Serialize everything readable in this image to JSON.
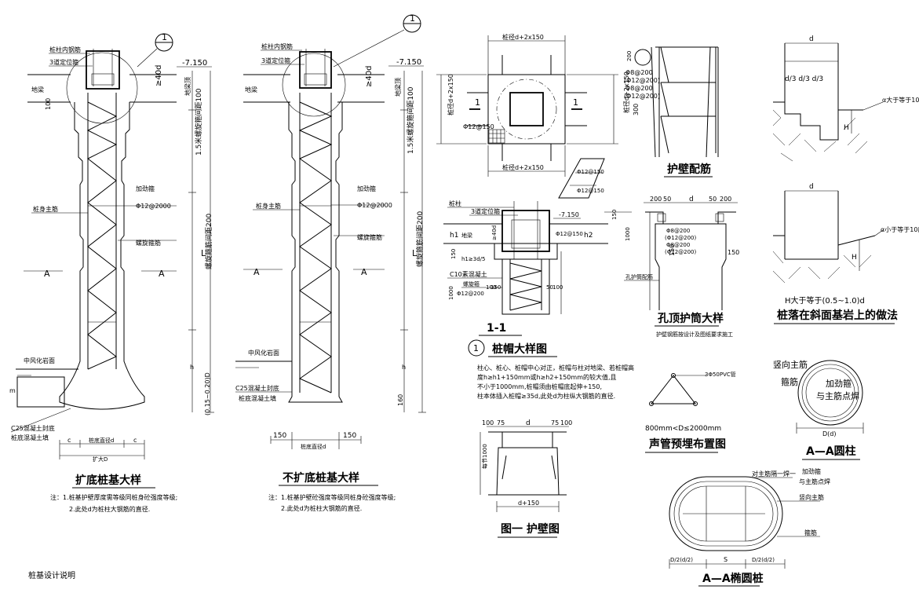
{
  "drawings": {
    "flared_pile": {
      "callout": "1",
      "labels": {
        "pile_cap_rebar": "桩柱内钢筋",
        "positioning_rebar": "3道定位箍",
        "elev": "-7.150",
        "ground_beam": "地梁",
        "ge40d": "≥40d",
        "beam_top": "地梁顶",
        "dim100": "100",
        "dense_zone": "1.5米螺旋箍间距100",
        "stiffener": "加劲箍",
        "stiffener_spec": "Φ12@2000",
        "main_rebar": "桩身主筋",
        "spiral": "螺旋箍筋",
        "spiral_zone": "螺旋箍筋间距200",
        "section_a": "A",
        "L": "L",
        "rock": "中风化岩面",
        "concrete_fill": "C25混凝土封底",
        "fill_note": "桩底混凝土填",
        "h_label": "h",
        "tip": "(0.15~0.20)D",
        "c": "c",
        "d": "桩底直径d",
        "D": "扩大D",
        "m": "m"
      },
      "title": "扩底桩基大样",
      "notes": [
        "注：1.桩基护壁厚度需等级同桩身砼强度等级;",
        "2.此处d为桩柱大钢筋的直径."
      ]
    },
    "straight_pile": {
      "callout": "1",
      "labels": {
        "pile_cap_rebar": "桩柱内钢筋",
        "positioning_rebar": "3道定位箍",
        "elev": "-7.150",
        "ground_beam": "地梁",
        "ge40d": "≥40d",
        "beam_top": "地梁顶",
        "dense_zone": "1.5米螺旋箍间距100",
        "stiffener": "加劲箍",
        "stiffener_spec": "Φ12@2000",
        "main_rebar": "桩身主筋",
        "spiral": "螺旋箍筋",
        "spiral_zone": "螺旋箍筋间距200",
        "section_a": "A",
        "L": "L",
        "rock": "中风化岩面",
        "concrete_fill": "C25混凝土封底",
        "fill_note": "桩底混凝土填",
        "h_label": "h",
        "d150a": "150",
        "d150b": "150",
        "d": "桩底直径d",
        "dim160": "160"
      },
      "title": "不扩底桩基大样",
      "notes": [
        "注：1.桩基护壁砼强度等级同桩身砼强度等级;",
        "2.此处d为桩柱大钢筋的直径."
      ]
    },
    "pile_cap_plan": {
      "top_dim": "桩径d+2x150",
      "bottom_dim": "桩径d+2x150",
      "left_dim": "桩径d+2x150",
      "right_dim": "桩径d+2x150",
      "rebar": "Φ12@150",
      "rebar2": "Φ12@150",
      "rebar3": "Φ12@150",
      "cut": "1"
    },
    "section_1_1": {
      "labels": {
        "pile_rebar": "桩柱",
        "positioning": "3道定位箍",
        "elev": "-7.150",
        "h1": "h1",
        "h2": "h2",
        "beam": "地梁",
        "ge40d": "≥40d",
        "rebar": "Φ12@150",
        "dim150": "150",
        "dim1000": "1000",
        "c10": "C10素混凝土",
        "spiral": "螺旋箍",
        "hoop": "Φ12@200",
        "dim100": "100",
        "dim150b": "150",
        "dim50": "50",
        "dim100b": "100",
        "left_note": "h1≥3d/5"
      },
      "title": "1-1"
    },
    "cap_detail": {
      "callout": "1",
      "title": "桩帽大样图",
      "notes": [
        "柱心、桩心、桩帽中心对正，桩帽与柱对地梁、若桩帽高",
        "度h≥h1+150mm或h≥h2+150mm的较大值,且",
        "不小于1000mm,桩帽须由桩帽底起伸+150,",
        "柱本体插入桩帽≥35d,此处d为柱纵大钢筋的直径."
      ]
    },
    "wall_rebar": {
      "title": "护壁配筋",
      "labels": {
        "dim": "200",
        "r1": "Φ8@200",
        "r2": "(Φ12@200)",
        "r3": "Φ8@200",
        "r4": "(Φ12@200)",
        "dim300": "300"
      }
    },
    "collar": {
      "title": "孔顶护筒大样",
      "note": "护壁钢筋按设计及图纸要求施工",
      "labels": {
        "d200a": "200",
        "d50a": "50",
        "d": "d",
        "d50b": "50",
        "d200b": "200",
        "dim1000": "1000",
        "dim150": "150",
        "r1": "Φ8@200",
        "r2": "(Φ12@200)",
        "r3": "Φ8@200",
        "r4": "(Φ12@200)",
        "dim150b": "150",
        "dim150c": "150",
        "side": "孔护筒配筋"
      }
    },
    "sonic_tube": {
      "title": "声管预埋布置图",
      "pipe": "3Φ50PVC管",
      "range": "800mm<D≤2000mm"
    },
    "slope_pile": {
      "top_d": "d",
      "split": "d/3 d/3 d/3",
      "h": "H",
      "note1": "α大于等于10度时",
      "bot_d": "d",
      "note2": "α小于等于10度",
      "h2": "H",
      "formula": "H大于等于(0.5~1.0)d",
      "title": "桩落在斜面基岩上的做法"
    },
    "section_round": {
      "main": "竖向主筋",
      "hoop": "箍筋",
      "stiff": "加劲箍",
      "stiff2": "与主筋点焊",
      "dia": "D(d)",
      "title": "A—A圆柱"
    },
    "section_oval": {
      "l1": "对主筋隔一焊一",
      "l2": "加劲箍",
      "l3": "与主筋点焊",
      "l4": "竖向主筋",
      "l5": "箍筋",
      "d1": "D/2(d/2)",
      "s": "S",
      "d2": "D/2(d/2)",
      "title": "A—A椭圆桩"
    },
    "wall_figure": {
      "title": "图一 护壁图",
      "d100a": "100",
      "d75a": "75",
      "d": "d",
      "d75b": "75",
      "d100b": "100",
      "side": "每节1000",
      "bot": "d+150"
    },
    "footer": {
      "text": "桩基设计说明"
    }
  }
}
